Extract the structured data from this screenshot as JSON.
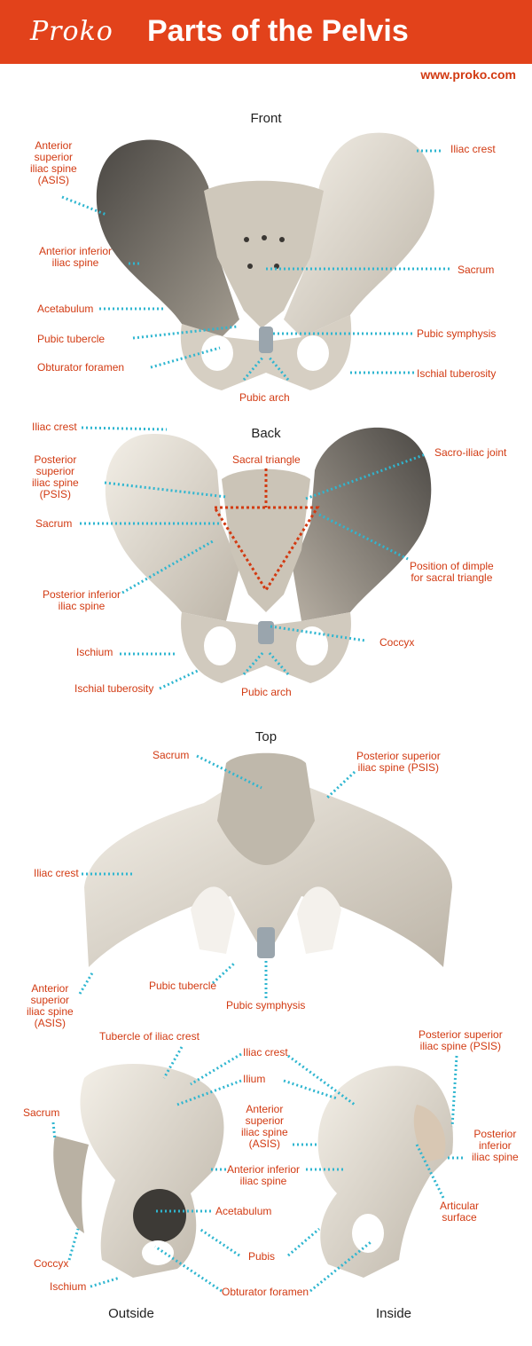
{
  "header": {
    "logo": "Proko",
    "title": "Parts of the Pelvis",
    "url": "www.proko.com"
  },
  "colors": {
    "accent": "#e2421b",
    "label": "#d23a12",
    "leader": "#2fb6d0",
    "sacral_triangle": "#d23a12",
    "bone": "#d9d3c9"
  },
  "sections": {
    "front": {
      "title": "Front",
      "labels": {
        "asis": "Anterior\nsuperior\niliac spine\n(ASIS)",
        "aiis": "Anterior inferior\niliac spine",
        "acetabulum": "Acetabulum",
        "pubic_tubercle": "Pubic tubercle",
        "obturator_foramen": "Obturator foramen",
        "pubic_arch": "Pubic arch",
        "iliac_crest": "Iliac crest",
        "sacrum": "Sacrum",
        "pubic_symphysis": "Pubic symphysis",
        "ischial_tuberosity": "Ischial tuberosity"
      }
    },
    "back": {
      "title": "Back",
      "labels": {
        "iliac_crest": "Iliac crest",
        "psis": "Posterior\nsuperior\niliac spine\n(PSIS)",
        "sacrum": "Sacrum",
        "piis": "Posterior inferior\niliac spine",
        "ischium": "Ischium",
        "ischial_tuberosity": "Ischial tuberosity",
        "pubic_arch": "Pubic arch",
        "sacral_triangle": "Sacral triangle",
        "sacro_iliac_joint": "Sacro-iliac joint",
        "dimple": "Position of dimple\nfor sacral triangle",
        "coccyx": "Coccyx"
      }
    },
    "top": {
      "title": "Top",
      "labels": {
        "sacrum": "Sacrum",
        "psis": "Posterior superior\niliac spine (PSIS)",
        "iliac_crest": "Iliac crest",
        "asis": "Anterior\nsuperior\niliac spine\n(ASIS)",
        "pubic_tubercle": "Pubic tubercle",
        "pubic_symphysis": "Pubic symphysis"
      }
    },
    "side": {
      "outside_title": "Outside",
      "inside_title": "Inside",
      "labels": {
        "tubercle_iliac_crest": "Tubercle of iliac crest",
        "iliac_crest": "Iliac crest",
        "ilium": "Ilium",
        "asis": "Anterior\nsuperior\niliac spine\n(ASIS)",
        "aiis": "Anterior inferior\niliac spine",
        "acetabulum": "Acetabulum",
        "pubis": "Pubis",
        "obturator_foramen": "Obturator foramen",
        "sacrum": "Sacrum",
        "coccyx": "Coccyx",
        "ischium": "Ischium",
        "psis": "Posterior superior\niliac spine (PSIS)",
        "piis": "Posterior\ninferior\niliac spine",
        "articular_surface": "Articular\nsurface"
      }
    }
  }
}
